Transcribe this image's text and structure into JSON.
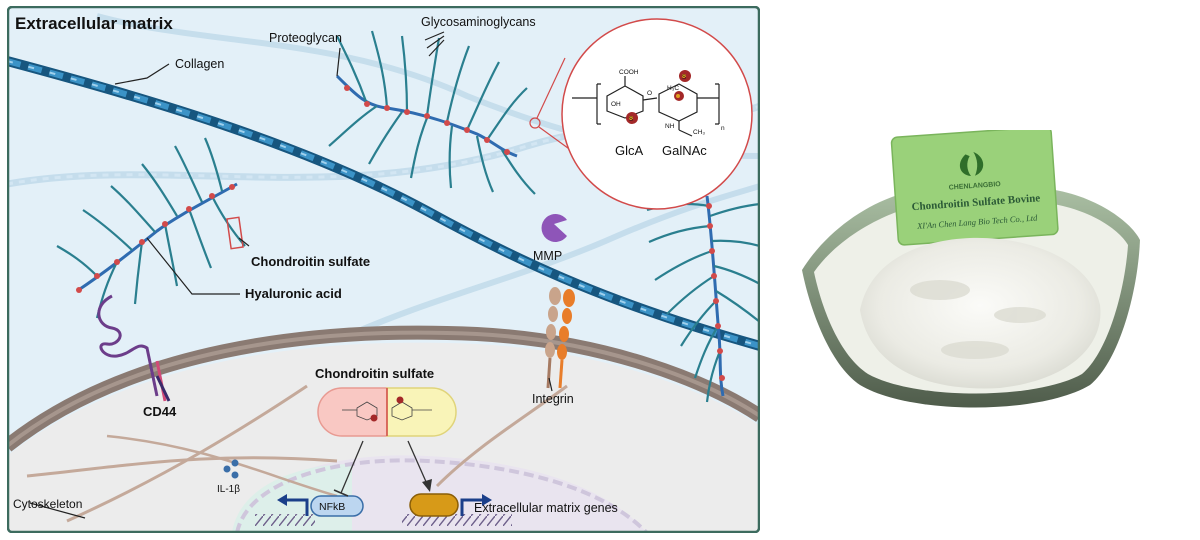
{
  "diagram": {
    "title": "Extracellular matrix",
    "labels": {
      "proteoglycan": "Proteoglycan",
      "glycosaminoglycans": "Glycosaminoglycans",
      "collagen": "Collagen",
      "chondroitin_sulfate": "Chondroitin sulfate",
      "hyaluronic_acid": "Hyaluronic acid",
      "mmp": "MMP",
      "cd44": "CD44",
      "integrin": "Integrin",
      "cytoskeleton": "Cytoskeleton",
      "il1b": "IL-1β",
      "nfkb": "NFkB",
      "ecm_genes": "Extracellular matrix genes",
      "chondroitin_sulfate_cell": "Chondroitin sulfate"
    },
    "molecule": {
      "glca": "GlcA",
      "galnac": "GalNAc",
      "cooh": "COOH",
      "oh": "OH",
      "h3c": "H₃C",
      "nh": "NH",
      "ch3": "CH₃",
      "o": "O",
      "s": "S",
      "n": "n"
    }
  },
  "product": {
    "brand": "CHENLANGBIO",
    "product_name": "Chondroitin Sulfate Bovine",
    "company": "XI'An Chen Lang Bio Tech Co., Ltd"
  },
  "colors": {
    "ecm_bg": "#e3f0f8",
    "border": "#3c6b5e",
    "collagen": "#2e7fb3",
    "gag": "#2a7f8f",
    "node": "#d24a4a",
    "mmp": "#8e55b8",
    "integrin": "#e87d2a",
    "membrane": "#8a7a72",
    "card": "#9ad17a"
  }
}
